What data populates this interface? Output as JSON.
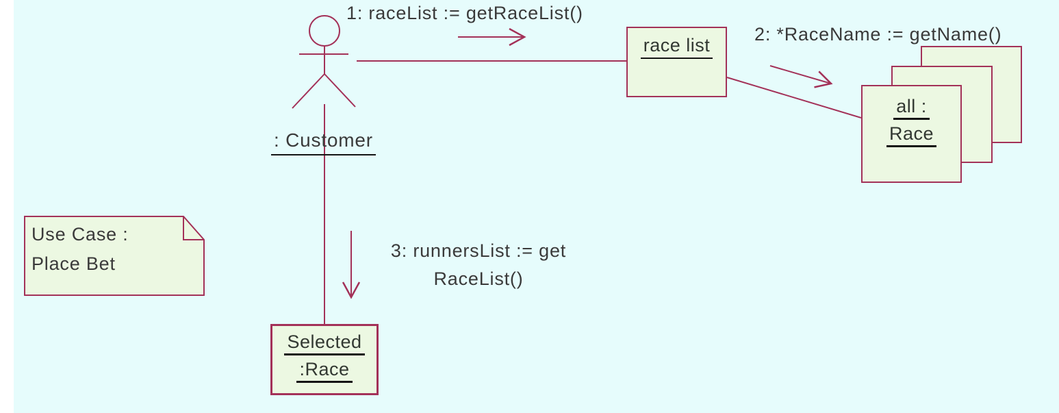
{
  "diagram_title": "UML collaboration diagram - Place Bet",
  "colors": {
    "background": "#e6fcfc",
    "page_margin": "#ffffff",
    "object_fill": "#ecf8e2",
    "line": "#a33158",
    "text": "#3a3a3a",
    "underline": "#141414"
  },
  "actor": {
    "label": ": Customer"
  },
  "objects": {
    "race_list": {
      "label": "race list"
    },
    "all_race": {
      "line1": "all :",
      "line2": "Race"
    },
    "selected_race": {
      "line1": "Selected",
      "line2": ":Race"
    }
  },
  "messages": {
    "m1": {
      "label": "1: raceList := getRaceList()"
    },
    "m2": {
      "label": "2: *RaceName := getName()"
    },
    "m3": {
      "line1": "3: runnersList := get",
      "line2": "RaceList()"
    }
  },
  "note": {
    "line1": "Use Case :",
    "line2": "Place Bet"
  }
}
